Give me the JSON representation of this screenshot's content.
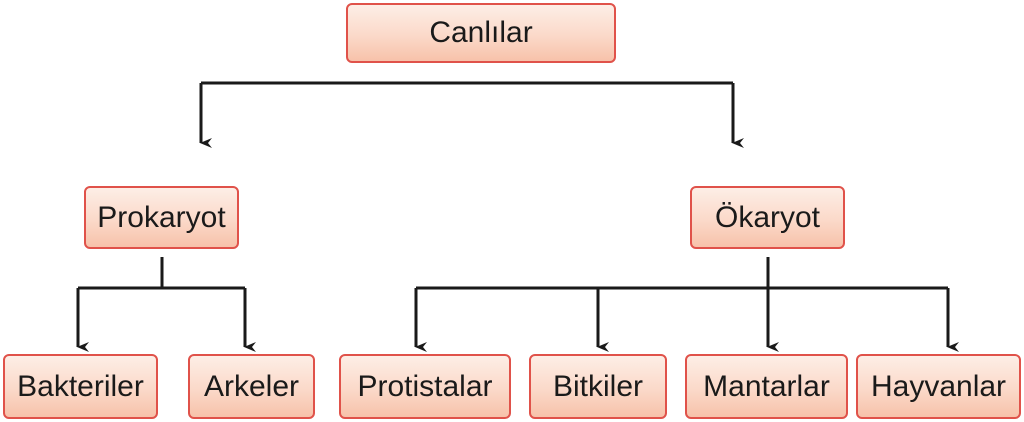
{
  "diagram": {
    "root": {
      "label": "Canlılar"
    },
    "prokaryot": {
      "label": "Prokaryot",
      "children": [
        "Bakteriler",
        "Arkeler"
      ]
    },
    "okaryot": {
      "label": "Ökaryot",
      "children": [
        "Protistalar",
        "Bitkiler",
        "Mantarlar",
        "Hayvanlar"
      ]
    }
  },
  "colors": {
    "box_border": "#e0524a",
    "box_fill_top": "#fdeee6",
    "box_fill_bottom": "#f7c2aa",
    "connector": "#1a1a1a"
  }
}
